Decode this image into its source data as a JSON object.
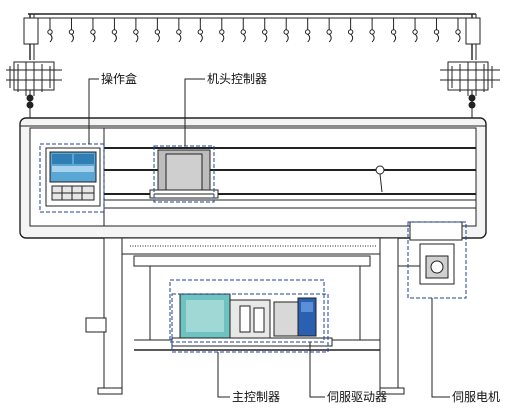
{
  "labels": {
    "operation_box": "操作盒",
    "head_controller": "机头控制器",
    "main_controller": "主控制器",
    "servo_drive": "伺服驱动器",
    "servo_motor": "伺服电机"
  },
  "colors": {
    "line": "#222222",
    "frame_fill": "#f4f4f4",
    "highlight_dash": "#1f3fa0",
    "panel_screen": "#5aa7d6",
    "panel_screen_dark": "#2f7fb5",
    "board_teal": "#6ec3c0",
    "drive_blue": "#2b5fb0",
    "head_fill": "#bdbdbd"
  }
}
